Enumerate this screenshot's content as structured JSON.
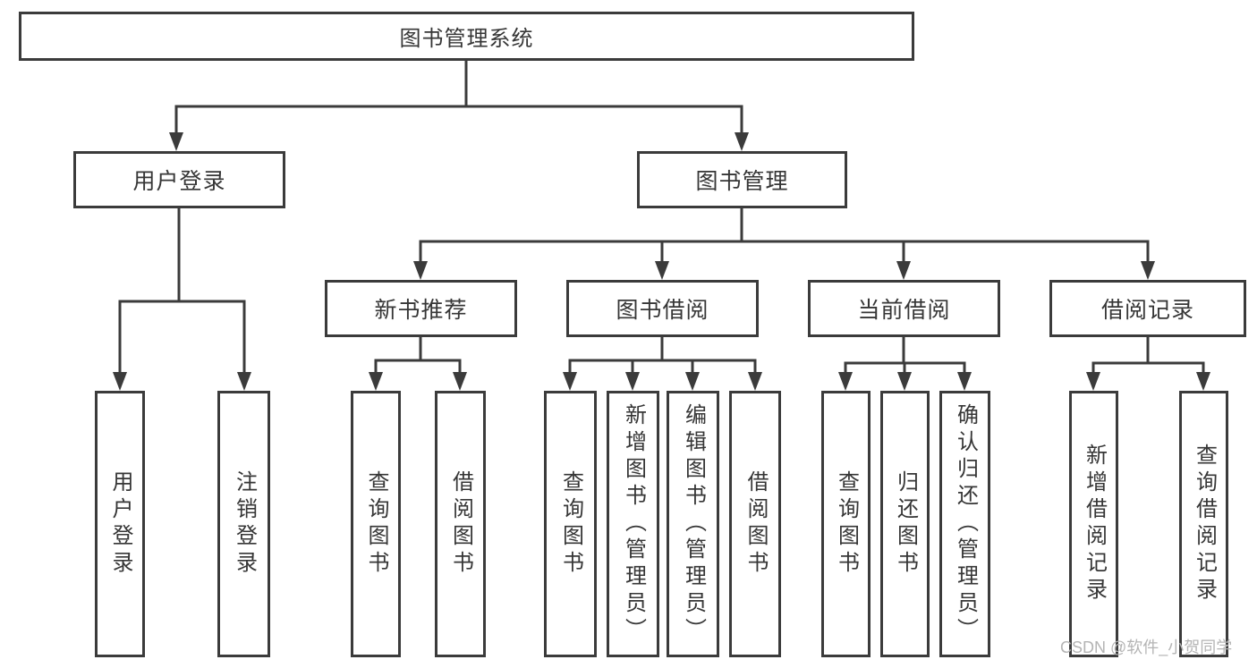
{
  "palette": {
    "line_color": "#3b3b3b",
    "box_background": "#ffffff",
    "text_color": "#363636",
    "watermark_color": "#b4b4b4"
  },
  "nodes": {
    "root": "图书管理系统",
    "userLogin": "用户登录",
    "bookMgmt": "图书管理",
    "newBooks": "新书推荐",
    "bookBorrow": "图书借阅",
    "currentBorrow": "当前借阅",
    "borrowRecords": "借阅记录"
  },
  "leaves": [
    {
      "label": "用户登录"
    },
    {
      "label": "注销登录"
    },
    {
      "label": "查询图书"
    },
    {
      "label": "借阅图书"
    },
    {
      "label": "查询图书"
    },
    {
      "label": "新增图书（管理员）"
    },
    {
      "label": "编辑图书（管理员）"
    },
    {
      "label": "借阅图书"
    },
    {
      "label": "查询图书"
    },
    {
      "label": "归还图书"
    },
    {
      "label": "确认归还（管理员）"
    },
    {
      "label": "新增借阅记录"
    },
    {
      "label": "查询借阅记录"
    }
  ],
  "watermark": "CSDN @软件_小贺同学"
}
